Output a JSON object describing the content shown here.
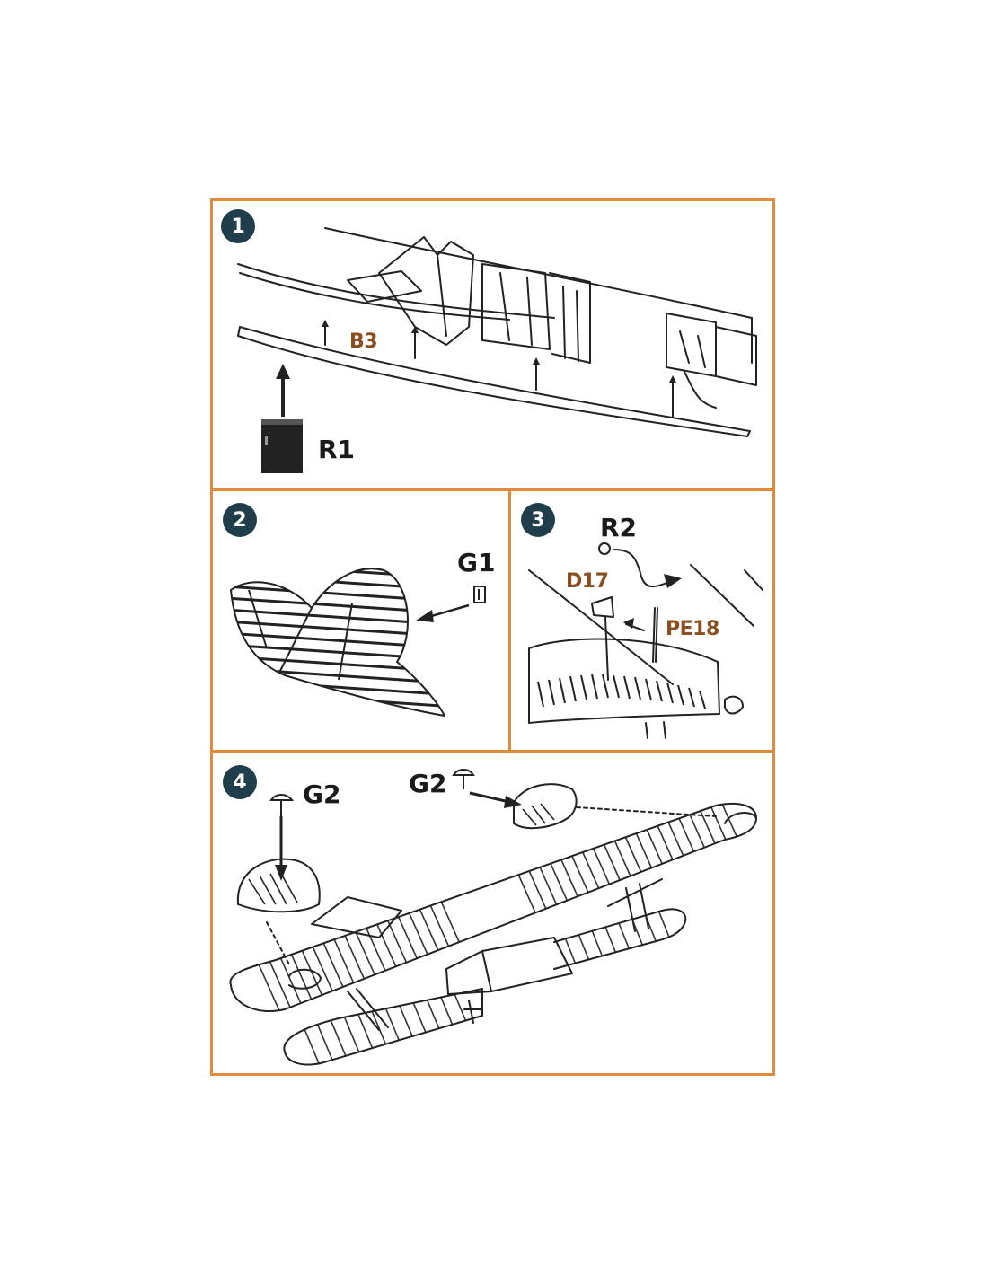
{
  "colors": {
    "frame": "#e08a3c",
    "badge": "#1f3d4a",
    "label_primary": "#1a1a1a",
    "label_secondary": "#8a4e1f",
    "line": "#222222"
  },
  "steps": [
    {
      "number": "1",
      "parts": {
        "b3": "B3",
        "r1": "R1"
      }
    },
    {
      "number": "2",
      "parts": {
        "g1": "G1"
      }
    },
    {
      "number": "3",
      "parts": {
        "r2": "R2",
        "d17": "D17",
        "pe18": "PE18"
      }
    },
    {
      "number": "4",
      "parts": {
        "g2_left": "G2",
        "g2_right": "G2"
      }
    }
  ]
}
